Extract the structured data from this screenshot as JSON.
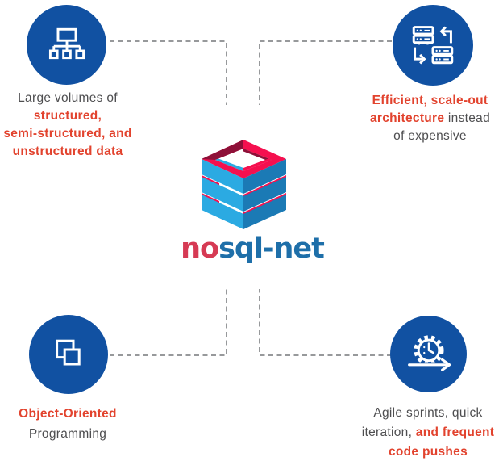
{
  "logo": {
    "icon": "stacked-cube-database-icon",
    "wordmark": {
      "red_part": "no",
      "blue_part": "sql-net"
    }
  },
  "colors": {
    "circle_blue": "#1151a2",
    "label_red": "#e2432e",
    "label_gray": "#4e4e50",
    "connector_gray": "#97999b",
    "logo_pink": "#f5104f",
    "logo_maroon": "#8e1038",
    "logo_blue_light": "#2baae2",
    "logo_blue_dark": "#1b7ab5",
    "wordmark_red": "#d63a54",
    "wordmark_blue": "#1e6fa9"
  },
  "connectors": {
    "style": "dashed"
  },
  "nodes": {
    "top_left": {
      "icon": "hierarchy-icon",
      "lines": [
        {
          "segments": [
            {
              "text": "Large volumes of",
              "style": "gray"
            }
          ]
        },
        {
          "segments": [
            {
              "text": "structured,",
              "style": "red"
            }
          ]
        },
        {
          "segments": [
            {
              "text": "semi-structured, and",
              "style": "red"
            }
          ]
        },
        {
          "segments": [
            {
              "text": "unstructured data",
              "style": "red"
            }
          ]
        }
      ]
    },
    "top_right": {
      "icon": "server-sync-icon",
      "lines": [
        {
          "segments": [
            {
              "text": "Efficient, scale-out",
              "style": "red"
            }
          ]
        },
        {
          "segments": [
            {
              "text": "architecture",
              "style": "red"
            },
            {
              "text": " instead",
              "style": "gray"
            }
          ]
        },
        {
          "segments": [
            {
              "text": "of expensive",
              "style": "gray"
            }
          ]
        }
      ]
    },
    "bottom_left": {
      "icon": "overlapping-squares-icon",
      "lines": [
        {
          "segments": [
            {
              "text": "Object-Oriented",
              "style": "red"
            }
          ]
        },
        {
          "segments": [
            {
              "text": "Programming",
              "style": "gray"
            }
          ]
        }
      ]
    },
    "bottom_right": {
      "icon": "agile-gear-clock-icon",
      "lines": [
        {
          "segments": [
            {
              "text": "Agile sprints, quick",
              "style": "gray"
            }
          ]
        },
        {
          "segments": [
            {
              "text": "iteration, ",
              "style": "gray"
            },
            {
              "text": "and frequent",
              "style": "red"
            }
          ]
        },
        {
          "segments": [
            {
              "text": "code pushes",
              "style": "red"
            }
          ]
        }
      ]
    }
  }
}
